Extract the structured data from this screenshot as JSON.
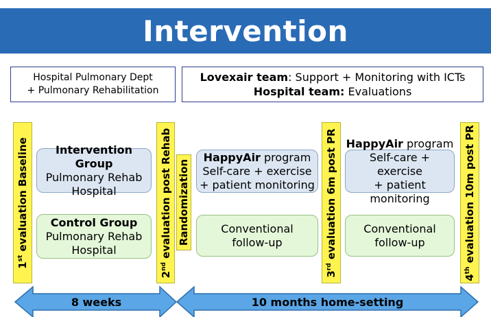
{
  "title": "Intervention",
  "header_left": {
    "line1": "Hospital Pulmonary Dept",
    "line2": "+ Pulmonary Rehabilitation"
  },
  "header_right": {
    "line1_bold": "Lovexair team",
    "line1_rest": ": Support + Monitoring with ICTs",
    "line2_bold": "Hospital team:",
    "line2_rest": " Evaluations"
  },
  "evaluations": {
    "first": {
      "ordinal": "1",
      "sup": "st",
      "text": " evaluation Baseline"
    },
    "second": {
      "ordinal": "2",
      "sup": "nd",
      "text": " evaluation post Rehab"
    },
    "third": {
      "ordinal": "3",
      "sup": "rd",
      "text": " evaluation 6m post PR"
    },
    "fourth": {
      "ordinal": "4",
      "sup": "th",
      "text": " evaluation 10m post PR"
    }
  },
  "randomization": "Randomization",
  "intervention_group": {
    "title": "Intervention Group",
    "line2": "Pulmonary Rehab",
    "line3": "Hospital"
  },
  "control_group": {
    "title": "Control Group",
    "line2": "Pulmonary Rehab",
    "line3": "Hospital"
  },
  "happyair_1": {
    "bold": "HappyAir",
    "rest": " program",
    "line2": "Self-care + exercise",
    "line3": "+ patient monitoring"
  },
  "happyair_2": {
    "bold": "HappyAir",
    "rest": " program",
    "line2": "Self-care + exercise",
    "line3": "+ patient monitoring"
  },
  "conventional_1": {
    "line1": "Conventional",
    "line2": "follow-up"
  },
  "conventional_2": {
    "line1": "Conventional",
    "line2": "follow-up"
  },
  "arrow_left_label": "8 weeks",
  "arrow_right_label": "10 months home-setting",
  "colors": {
    "banner": "#2a6bb6",
    "evaluation_bar": "#fff44f",
    "intervention_box": "#dce6f2",
    "control_box": "#e4f7d9",
    "arrow": "#5aa6e6"
  }
}
